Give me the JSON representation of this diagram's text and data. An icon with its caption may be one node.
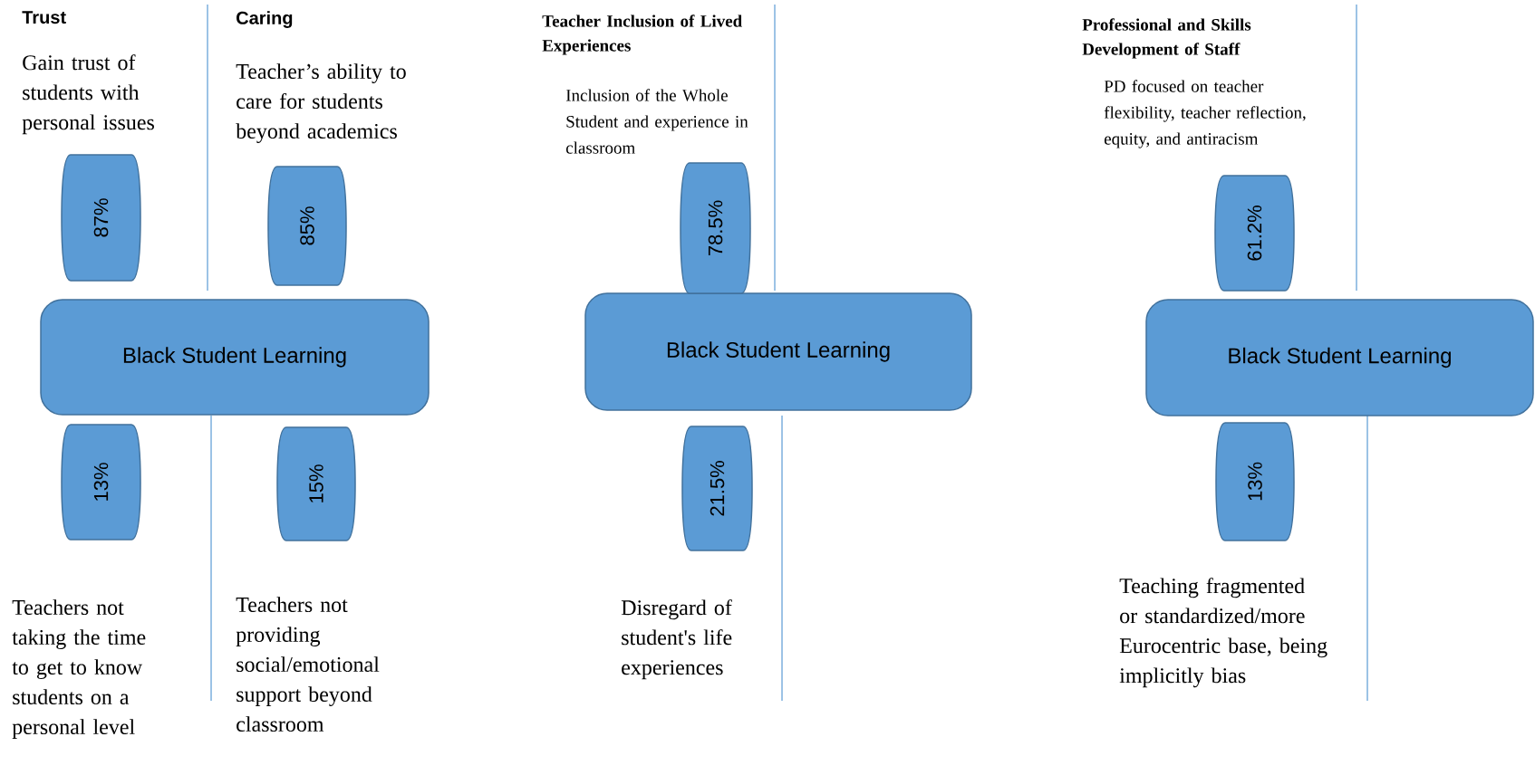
{
  "diagram": {
    "nodes": [
      {
        "text": [
          "Black Student Learning"
        ]
      },
      {
        "text": [
          "87%"
        ]
      },
      {
        "text": [
          "85%"
        ]
      },
      {
        "text": [
          "13%"
        ]
      },
      {
        "text": [
          "15%"
        ]
      },
      {
        "text": [
          "Black Student Learning"
        ]
      },
      {
        "text": [
          "78.5%"
        ]
      },
      {
        "text": [
          "21.5%"
        ]
      },
      {
        "text": [
          "Black Student Learning"
        ]
      },
      {
        "text": [
          "61.2%"
        ]
      },
      {
        "text": [
          "13%"
        ]
      }
    ],
    "labels": [
      "Trust",
      "Gain trust of students with personal issues",
      "Caring",
      "Teacher’s ability to care for students beyond academics",
      "Teacher Inclusion of Lived Experiences",
      "Inclusion of the Whole Student and experience in classroom",
      "Professional and Skills Development of Staff",
      "PD focused on teacher flexibility, teacher reflection, equity, and antiracism",
      "Teachers not taking the time to get to know students on a personal level",
      "Teachers not providing social/emotional support beyond classroom",
      "Disregard of student's life experiences",
      "Teaching fragmented or standardized/more Eurocentric base, being implicitly bias"
    ]
  }
}
